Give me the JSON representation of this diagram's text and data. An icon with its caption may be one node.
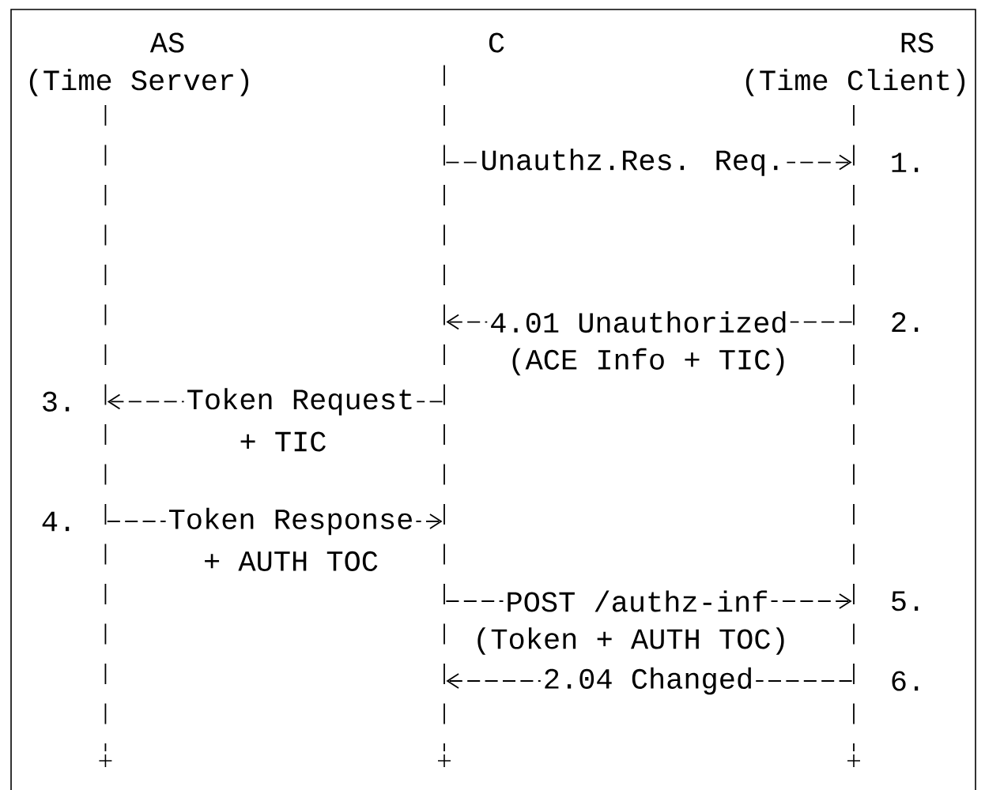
{
  "diagram": {
    "nodes": [
      {
        "text": [
          "AS",
          "(Time Server)"
        ]
      },
      {
        "text": [
          "C"
        ]
      },
      {
        "text": [
          "RS",
          "(Time Client)"
        ]
      },
      {
        "text": [],
        "shape": "line"
      },
      {
        "text": [],
        "shape": "line"
      },
      {
        "text": [],
        "shape": "line"
      }
    ],
    "edges": [
      {
        "from": 4,
        "to": 5,
        "arrow": "to",
        "label": "Unauthz.Res. Req."
      },
      {
        "from": 5,
        "to": 4,
        "arrow": "to",
        "label": "4.01 Unauthorized"
      },
      {
        "from": 4,
        "to": 3,
        "arrow": "to",
        "label": "Token Request"
      },
      {
        "from": 3,
        "to": 4,
        "arrow": "to",
        "label": "Token Response"
      },
      {
        "from": 4,
        "to": 5,
        "arrow": "to",
        "label": "POST /authz-inf"
      },
      {
        "from": 5,
        "to": 4,
        "arrow": "to",
        "label": "2.04 Changed"
      }
    ],
    "labels": [
      "1.",
      "2.",
      "(ACE Info + TIC)",
      "3.",
      "+ TIC",
      "4.",
      "+ AUTH TOC",
      "5.",
      "(Token + AUTH TOC)",
      "6."
    ]
  }
}
